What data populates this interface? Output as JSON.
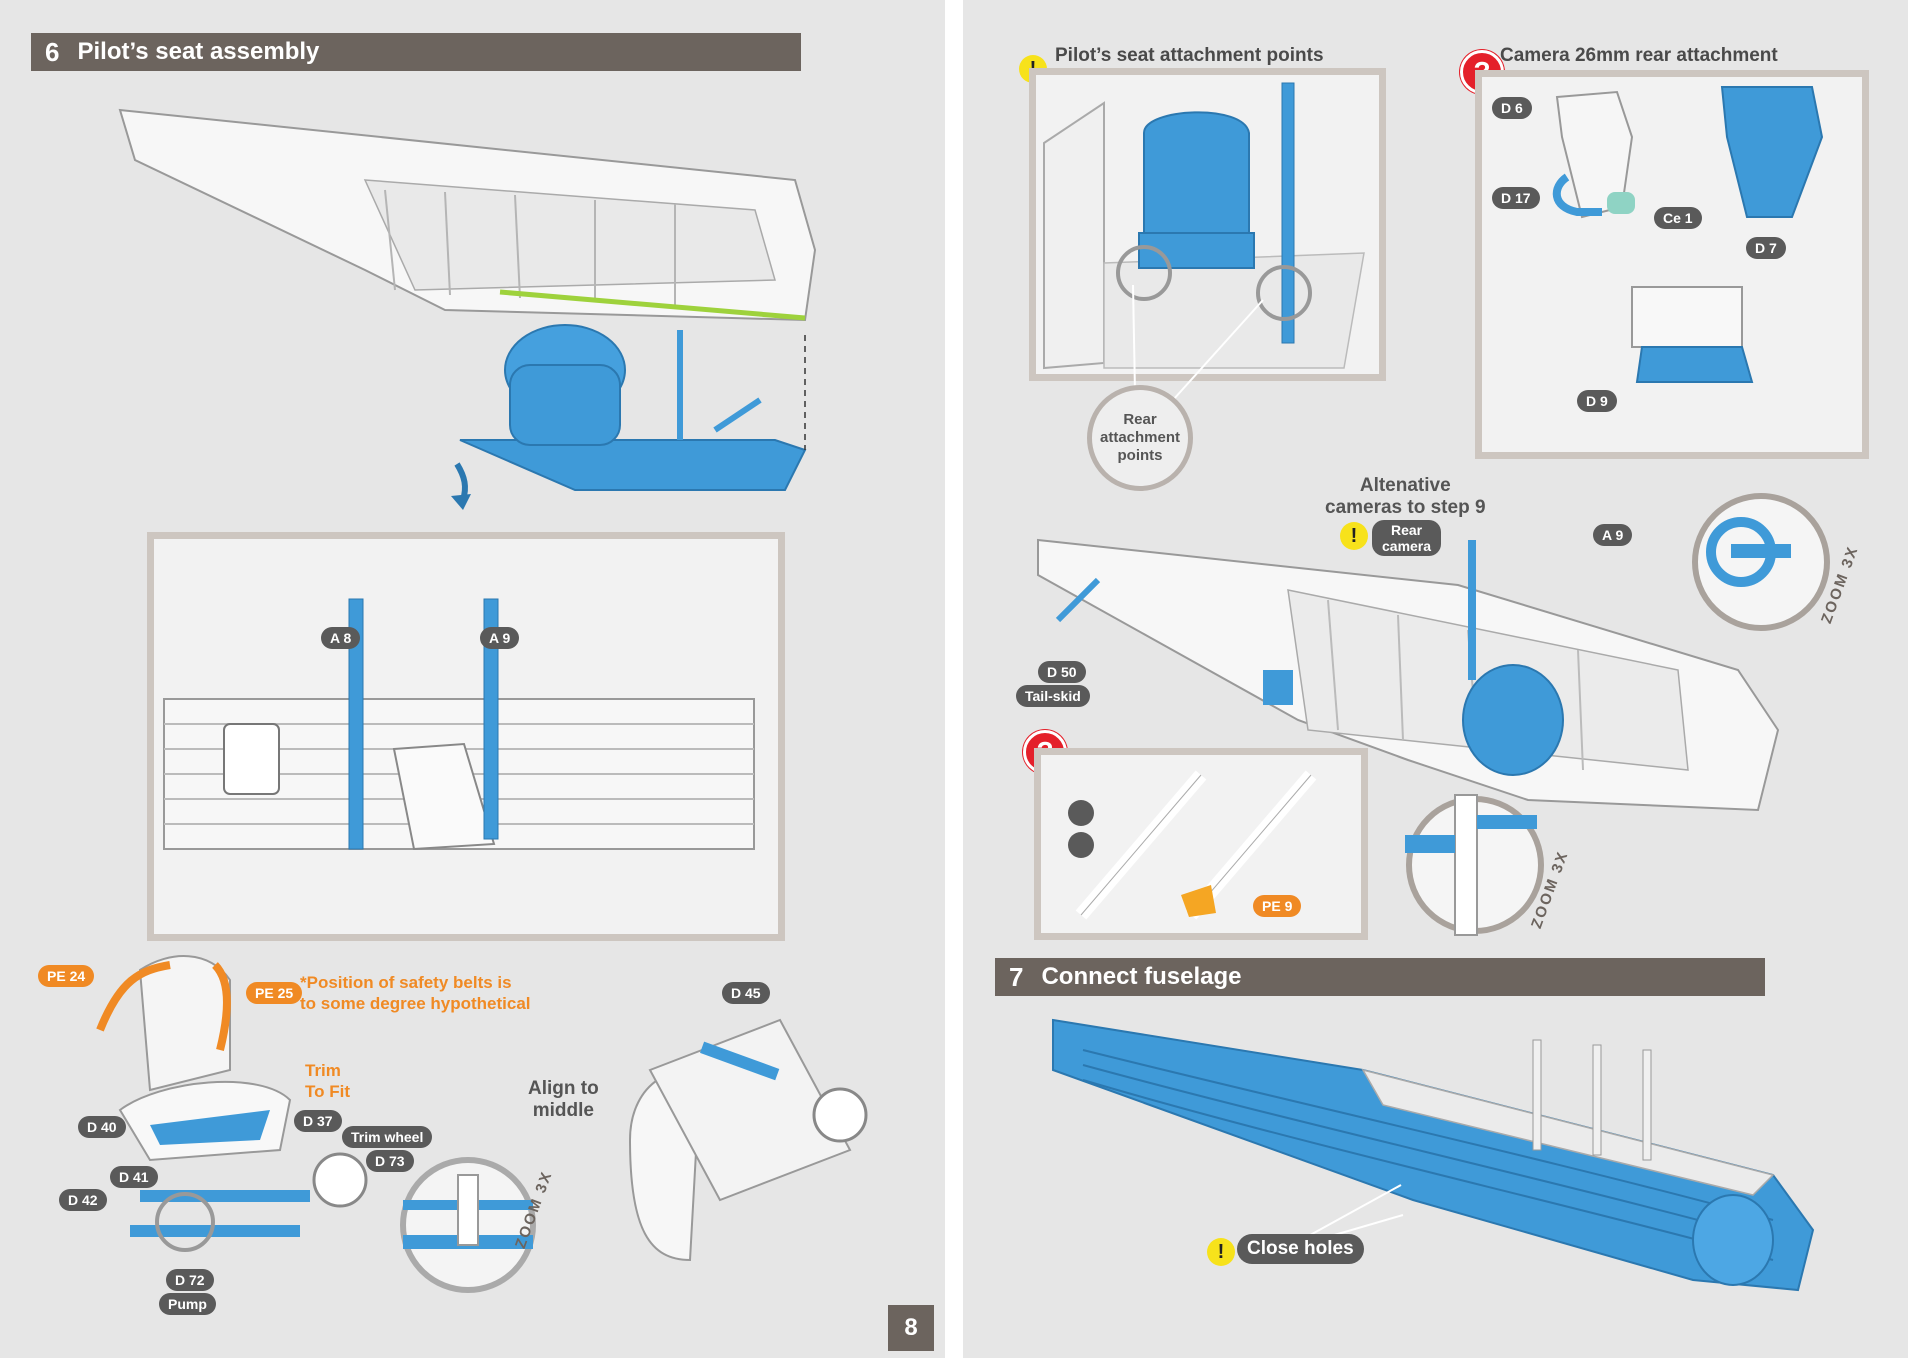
{
  "step6": {
    "number": "6",
    "title": "Pilot’s seat assembly"
  },
  "step7": {
    "number": "7",
    "title": "Connect fuselage"
  },
  "page_number": "8",
  "left": {
    "callouts": {
      "a8": "A 8",
      "a9": "A 9",
      "pe24": "PE 24",
      "pe25": "PE 25",
      "d40": "D 40",
      "d37": "D 37",
      "d41": "D 41",
      "d42": "D 42",
      "d72": "D 72",
      "d73": "D 73",
      "d45": "D 45",
      "pump": "Pump",
      "trim_wheel": "Trim wheel"
    },
    "belt_note_line1": "*Position of safety belts is",
    "belt_note_line2": "to some degree hypothetical",
    "trim_line1": "Trim",
    "trim_line2": "To Fit",
    "align_line1": "Align to",
    "align_line2": "middle",
    "zoom": "ZOOM 3X"
  },
  "right": {
    "seat_points_title": "Pilot’s seat attachment points",
    "camera_title": "Camera 26mm rear attachment",
    "rear_attach_line1": "Rear",
    "rear_attach_line2": "attachment",
    "rear_attach_line3": "points",
    "callouts": {
      "d6": "D 6",
      "d17": "D 17",
      "ce1": "Ce 1",
      "d7": "D 7",
      "d9": "D 9",
      "a9": "A 9",
      "d50": "D 50",
      "tail_skid": "Tail-skid",
      "pe9": "PE 9",
      "rear_camera_line1": "Rear",
      "rear_camera_line2": "camera",
      "close_holes": "Close holes"
    },
    "alt_line1": "Altenative",
    "alt_line2": "cameras to step 9",
    "zoom": "ZOOM 3X"
  },
  "colors": {
    "accent_blue": "#3f9ad8",
    "accent_orange": "#f08a24",
    "bar_gray": "#6c645e",
    "warn_yellow": "#f7e21b",
    "question_red": "#e4202a"
  }
}
